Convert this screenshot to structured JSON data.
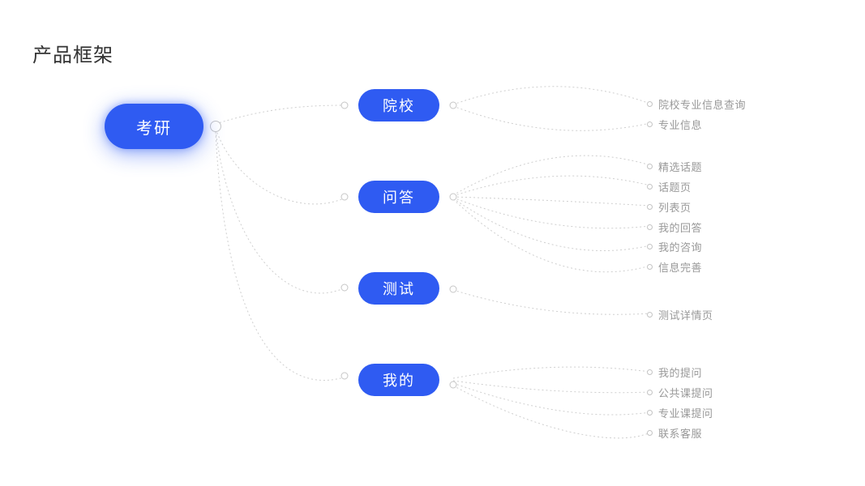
{
  "page": {
    "title": "产品框架"
  },
  "colors": {
    "node_fill": "#2F5BF2",
    "node_text": "#FFFFFF",
    "connector_line": "#CFCFCF",
    "leaf_text": "#999999",
    "title_text": "#333333",
    "background": "#FFFFFF"
  },
  "root": {
    "label": "考研"
  },
  "branches": [
    {
      "label": "院校",
      "leaves": [
        "院校专业信息查询",
        "专业信息"
      ]
    },
    {
      "label": "问答",
      "leaves": [
        "精选话题",
        "话题页",
        "列表页",
        "我的回答",
        "我的咨询",
        "信息完善"
      ]
    },
    {
      "label": "测试",
      "leaves": [
        "测试详情页"
      ]
    },
    {
      "label": "我的",
      "leaves": [
        "我的提问",
        "公共课提问",
        "专业课提问",
        "联系客服"
      ]
    }
  ]
}
